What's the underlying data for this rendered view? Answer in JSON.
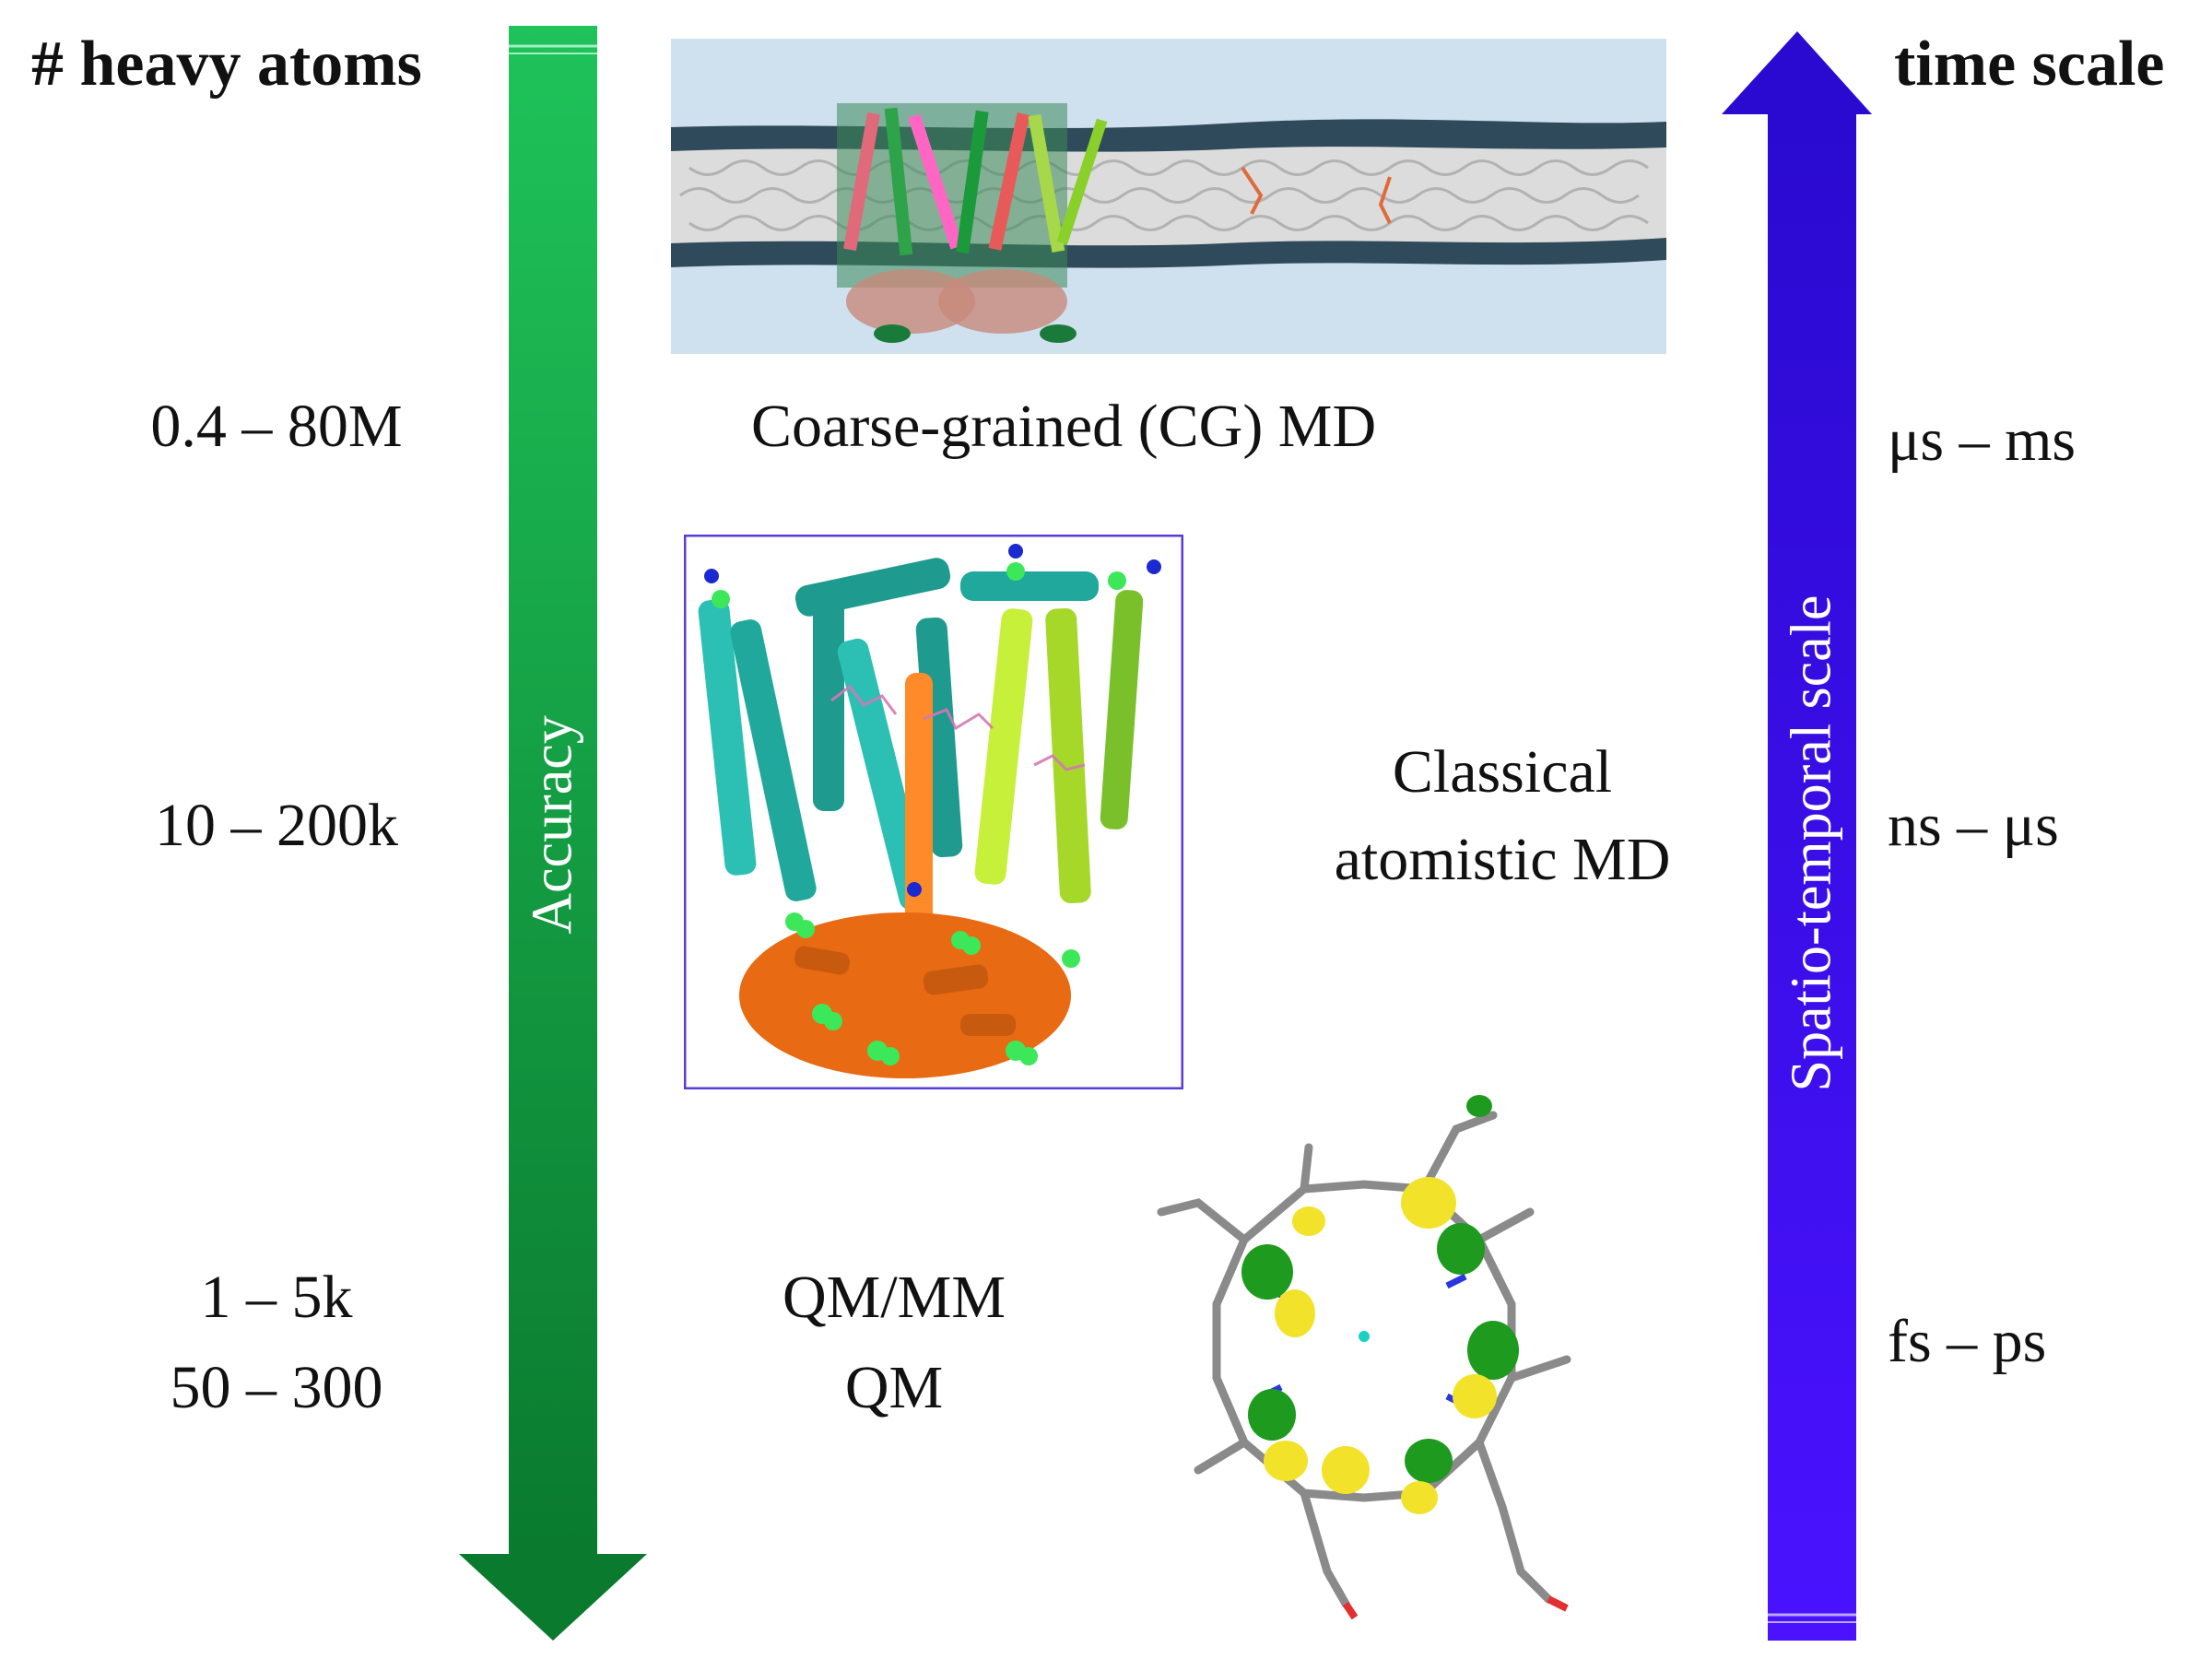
{
  "header": {
    "left_title": "# heavy atoms",
    "right_title": "time scale"
  },
  "arrows": {
    "accuracy": {
      "label": "Accuracy",
      "direction": "down",
      "color": "#0a8f3a"
    },
    "spatiotemporal": {
      "label": "Spatio-temporal scale",
      "direction": "up",
      "color": "#3a0ee6"
    }
  },
  "rows": [
    {
      "atoms": "0.4 – 80M",
      "method": "Coarse-grained (CG) MD",
      "time": "μs – ms",
      "image": "membrane-protein-cg-snapshot"
    },
    {
      "atoms": "10 – 200k",
      "method_line1": "Classical",
      "method_line2": "atomistic MD",
      "time": "ns – μs",
      "image": "protein-cartoon-snapshot"
    },
    {
      "atoms_line1": "1 – 5k",
      "atoms_line2": "50 – 300",
      "method_line1": "QM/MM",
      "method_line2": "QM",
      "time": "fs – ps",
      "image": "porphyrin-orbital-snapshot"
    }
  ]
}
